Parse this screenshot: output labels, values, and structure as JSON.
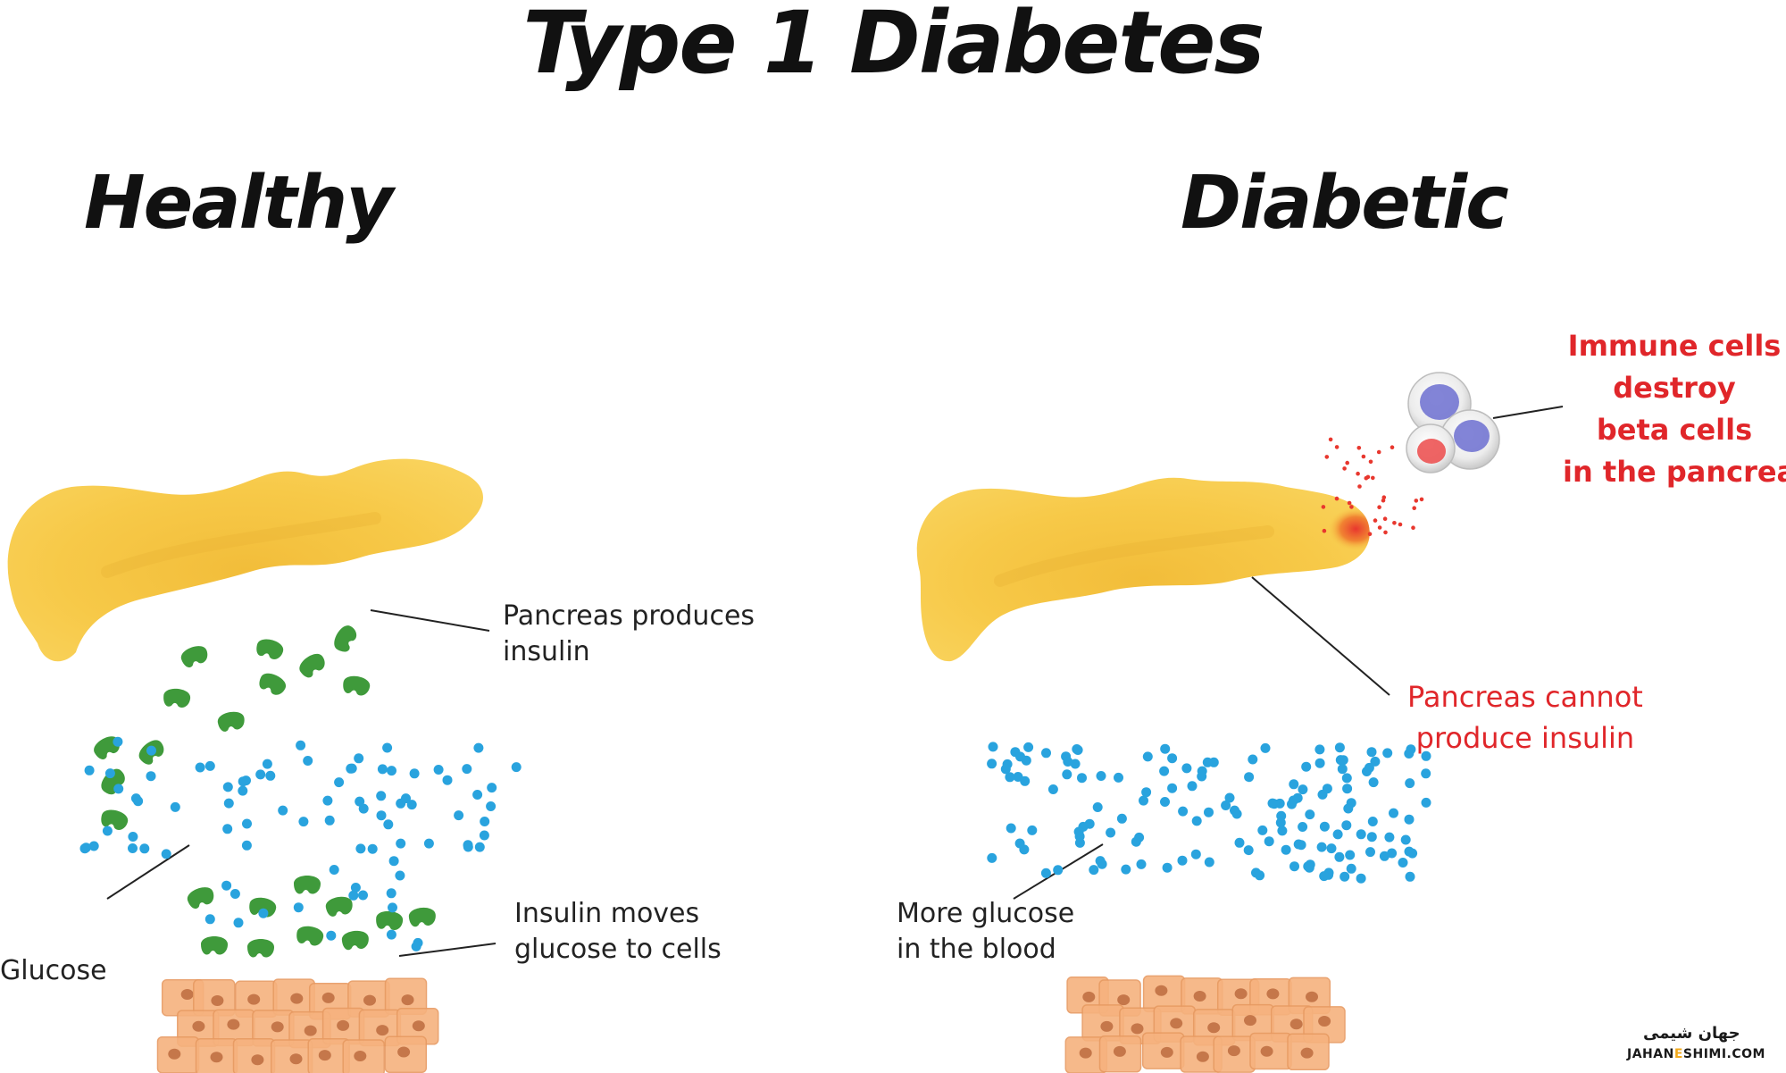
{
  "title": "Type 1 Diabetes",
  "panels": {
    "healthy": {
      "heading": "Healthy",
      "pancreas_label": [
        "Pancreas produces",
        "insulin"
      ],
      "glucose_label": "Glucose",
      "insulin_label": [
        "Insulin moves",
        "glucose to cells"
      ]
    },
    "diabetic": {
      "heading": "Diabetic",
      "immune_label": [
        "Immune cells",
        "destroy",
        "beta cells",
        "in the pancreas"
      ],
      "pancreas_label": [
        "Pancreas cannot",
        "produce insulin"
      ],
      "glucose_label": [
        "More glucose",
        "in the blood"
      ]
    }
  },
  "watermark": {
    "logo_text": "جهان شیمی",
    "site_prefix": "JAHAN",
    "site_letter": "E",
    "site_suffix": "SHIMI.COM"
  },
  "colors": {
    "pancreas": "#f7c948",
    "pancreas_shadow": "#e8b233",
    "insulin": "#3f9a3b",
    "glucose": "#29a3de",
    "cell_fill": "#f6b27e",
    "cell_nucleus": "#b9663a",
    "damage": "#e8372e",
    "immune_blue": "#6c6fd0",
    "immune_red": "#ec4a4a"
  }
}
